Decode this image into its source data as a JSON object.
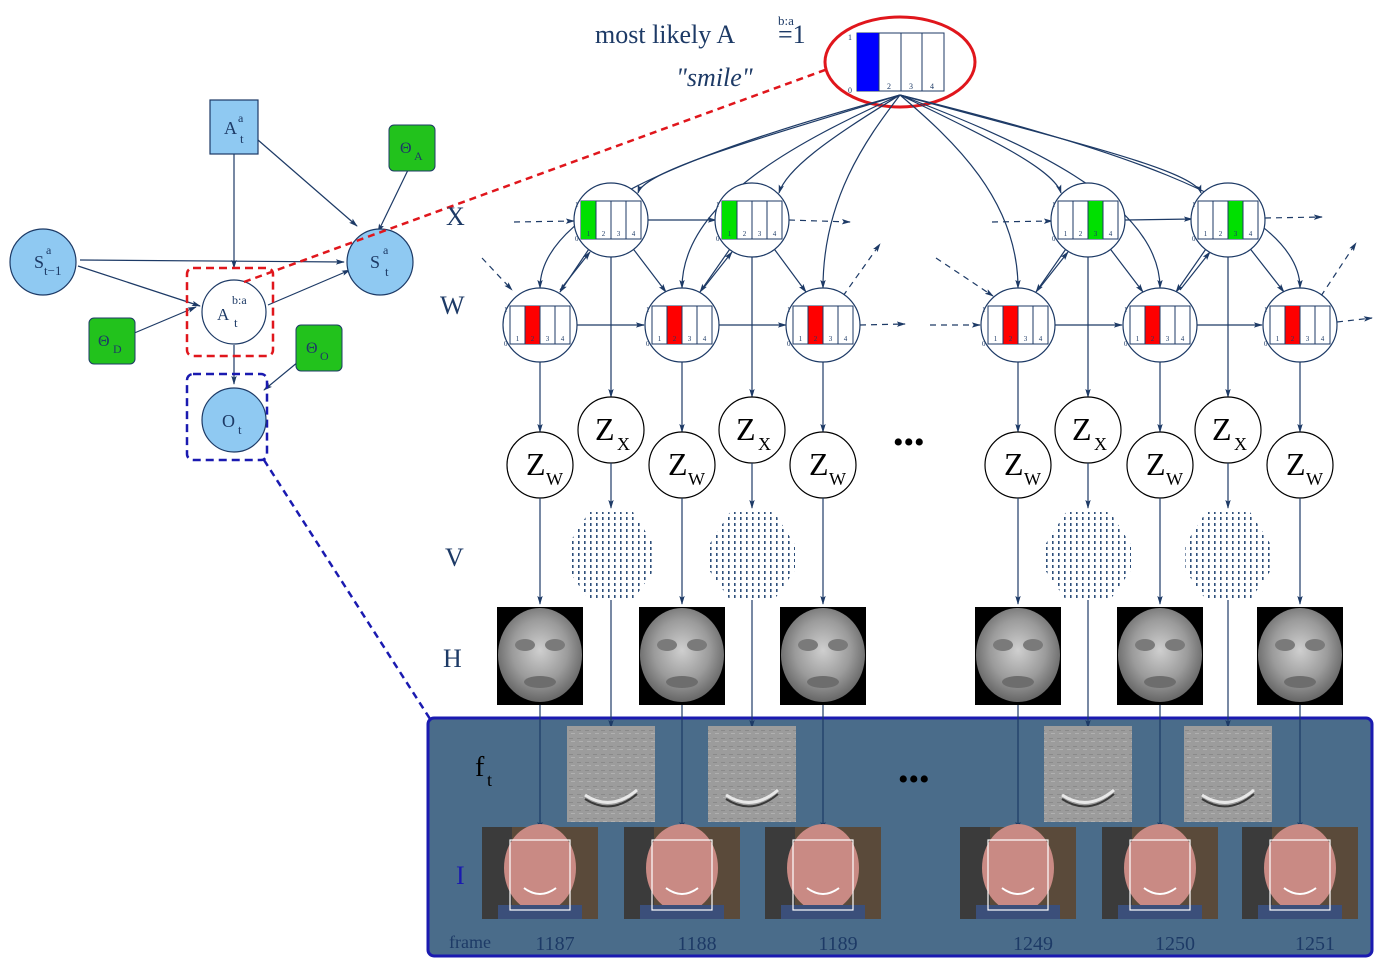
{
  "top": {
    "caption": "most likely A",
    "caption_sup": "b:a",
    "caption_eq": "=1",
    "label": "\"smile\"",
    "hist_axis_top": "1",
    "hist_axis_bottom": "0",
    "hist_ticks": [
      "2",
      "3",
      "4"
    ]
  },
  "model": {
    "A_top": {
      "base": "A",
      "sup": "a",
      "sub": "t"
    },
    "theta_A": {
      "base": "Θ",
      "sub": "A"
    },
    "S_prev": {
      "base": "S",
      "sup": "a",
      "sub": "t−1"
    },
    "S_curr": {
      "base": "S",
      "sup": "a",
      "sub": "t"
    },
    "A_mid": {
      "base": "A",
      "sup": "b:a",
      "sub": "t"
    },
    "theta_D": {
      "base": "Θ",
      "sub": "D"
    },
    "theta_O": {
      "base": "Θ",
      "sub": "O"
    },
    "O": {
      "base": "O",
      "sub": "t"
    }
  },
  "rows": {
    "X": "X",
    "W": "W",
    "V": "V",
    "H": "H",
    "f": "f",
    "f_sub": "t",
    "I": "I",
    "frame": "frame"
  },
  "hist_small": {
    "top": "1",
    "bottom": "0",
    "ticks": [
      "1",
      "2",
      "3",
      "4"
    ]
  },
  "z": {
    "w_base": "Z",
    "w_sub": "W",
    "x_base": "Z",
    "x_sub": "X"
  },
  "ellipsis": "•••",
  "frames": [
    "1187",
    "1188",
    "1189",
    "1249",
    "1250",
    "1251"
  ],
  "colors": {
    "navy": "#1d3a66",
    "light_blue": "#8fc9f2",
    "green": "#22c21c",
    "bar_blue": "#0000ff",
    "bar_green": "#00e000",
    "bar_red": "#ff0000",
    "panel": "#4a6c8a",
    "red_dash": "#e0161c",
    "blue_dash": "#1a1ab0"
  }
}
